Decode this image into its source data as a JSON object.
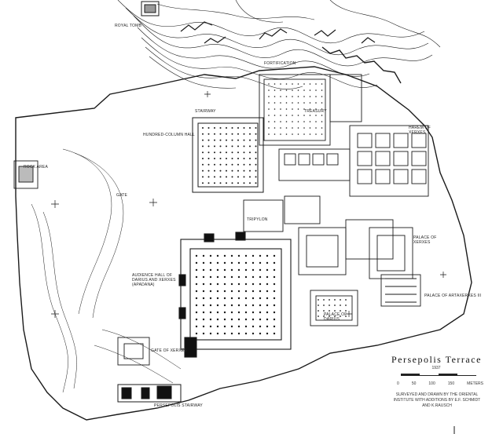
{
  "map": {
    "title": "Persepolis Terrace",
    "scale_label": "1937",
    "scale_ticks": [
      "0",
      "50",
      "100",
      "150",
      "METERS"
    ],
    "survey_note": "SURVEYED AND DRAWN BY THE ORIENTAL INSTITUTE WITH ADDITIONS BY E.F. SCHMIDT AND K.RAUSCH",
    "labels": {
      "royal_tomb": "Royal Tomb",
      "fortification": "Fortification",
      "treasury": "Treasury",
      "harem": "Harem of Xerxes",
      "stairway": "Stairway",
      "hundred_column_hall": "Hundred-Column Hall",
      "gate": "Gate",
      "tripylon": "Tripylon",
      "palace_xerxes": "Palace of Xerxes",
      "apadana": "Audience Hall of Darius and Xerxes (Apadana)",
      "palace_darius": "Palace of Darius",
      "palace_artaxerxes": "Palace of Artaxerxes III",
      "gate_xerxes": "Gate of Xerxes",
      "persian_stairway": "Persepolis Stairway",
      "rock_area": "Rock Area"
    }
  }
}
